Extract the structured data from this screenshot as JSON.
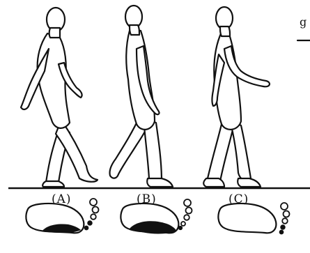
{
  "figure": {
    "corner_mark": "g",
    "panels": [
      {
        "id": "A",
        "label": "(A)"
      },
      {
        "id": "B",
        "label": "(B)"
      },
      {
        "id": "C",
        "label": "(C)"
      }
    ]
  },
  "colors": {
    "ink": "#111111",
    "background": "#ffffff"
  }
}
